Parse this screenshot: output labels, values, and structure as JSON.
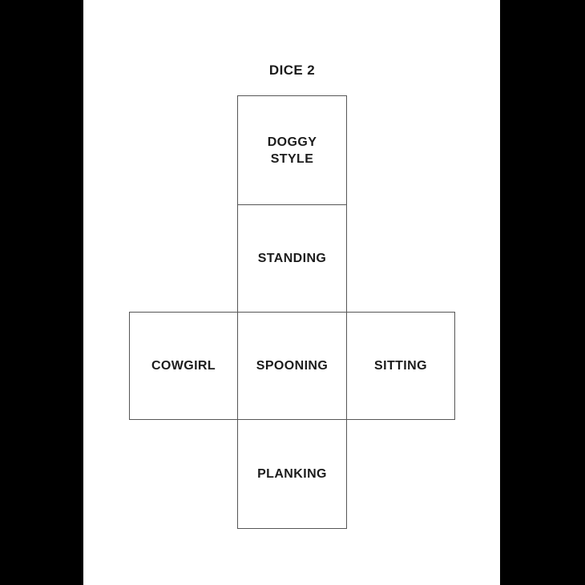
{
  "title": "DICE 2",
  "faces": {
    "top": {
      "label": "DOGGY\nSTYLE"
    },
    "upper": {
      "label": "STANDING"
    },
    "left": {
      "label": "COWGIRL"
    },
    "center": {
      "label": "SPOONING"
    },
    "right": {
      "label": "SITTING"
    },
    "bottom": {
      "label": "PLANKING"
    }
  },
  "colors": {
    "page_background": "#ffffff",
    "side_bars": "#000000",
    "cell_border": "#565656",
    "label_text": "#1c1c1c"
  }
}
